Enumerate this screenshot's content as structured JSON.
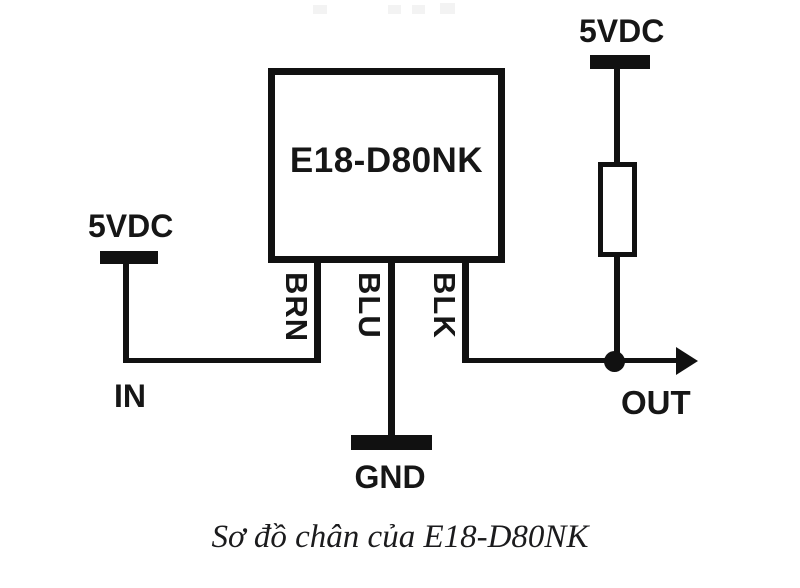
{
  "labels": {
    "chip": "E18-D80NK",
    "supply_left": "5VDC",
    "supply_right": "5VDC",
    "pin_brn": "BRN",
    "pin_blu": "BLU",
    "pin_blk": "BLK",
    "in": "IN",
    "gnd": "GND",
    "out": "OUT"
  },
  "caption": "Sơ đồ chân của E18-D80NK",
  "colors": {
    "line": "#111111",
    "background": "#ffffff",
    "caption_text": "#1b1b1d"
  }
}
